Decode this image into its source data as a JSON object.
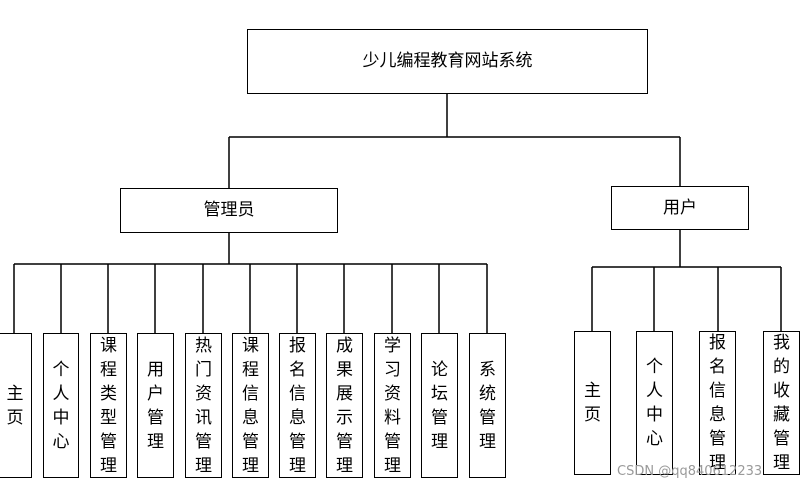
{
  "diagram": {
    "root": {
      "label": "少儿编程教育网站系统"
    },
    "admin": {
      "label": "管理员",
      "modules": [
        "主页",
        "个人中心",
        "课程类型管理",
        "用户管理",
        "热门资讯管理",
        "课程信息管理",
        "报名信息管理",
        "成果展示管理",
        "学习资料管理",
        "论坛管理",
        "系统管理"
      ]
    },
    "user": {
      "label": "用户",
      "modules": [
        "主页",
        "个人中心",
        "报名信息管理",
        "我的收藏管理"
      ]
    }
  },
  "watermark": {
    "text": "CSDN @qq840612233"
  }
}
